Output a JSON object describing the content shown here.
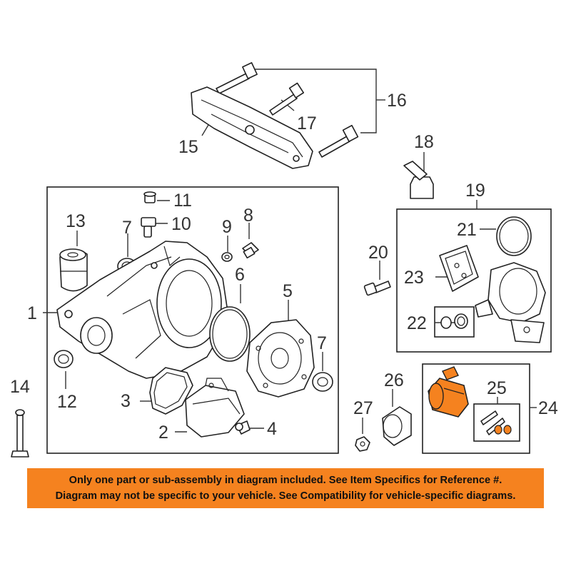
{
  "callouts": {
    "c1": "1",
    "c2": "2",
    "c3": "3",
    "c4": "4",
    "c5": "5",
    "c6": "6",
    "c7a": "7",
    "c7b": "7",
    "c8": "8",
    "c9": "9",
    "c10": "10",
    "c11": "11",
    "c12": "12",
    "c13": "13",
    "c14": "14",
    "c15": "15",
    "c16": "16",
    "c17": "17",
    "c18": "18",
    "c19": "19",
    "c20": "20",
    "c21": "21",
    "c22": "22",
    "c23": "23",
    "c24": "24",
    "c25": "25",
    "c26": "26",
    "c27": "27"
  },
  "notice": {
    "line1": "Only one part or sub-assembly in diagram included. See Item Specifics for Reference #.",
    "line2": "Diagram may not be specific to your vehicle. See Compatibility for vehicle-specific diagrams."
  },
  "colors": {
    "highlight": "#f5821f",
    "notice_bg": "#f5821f"
  }
}
